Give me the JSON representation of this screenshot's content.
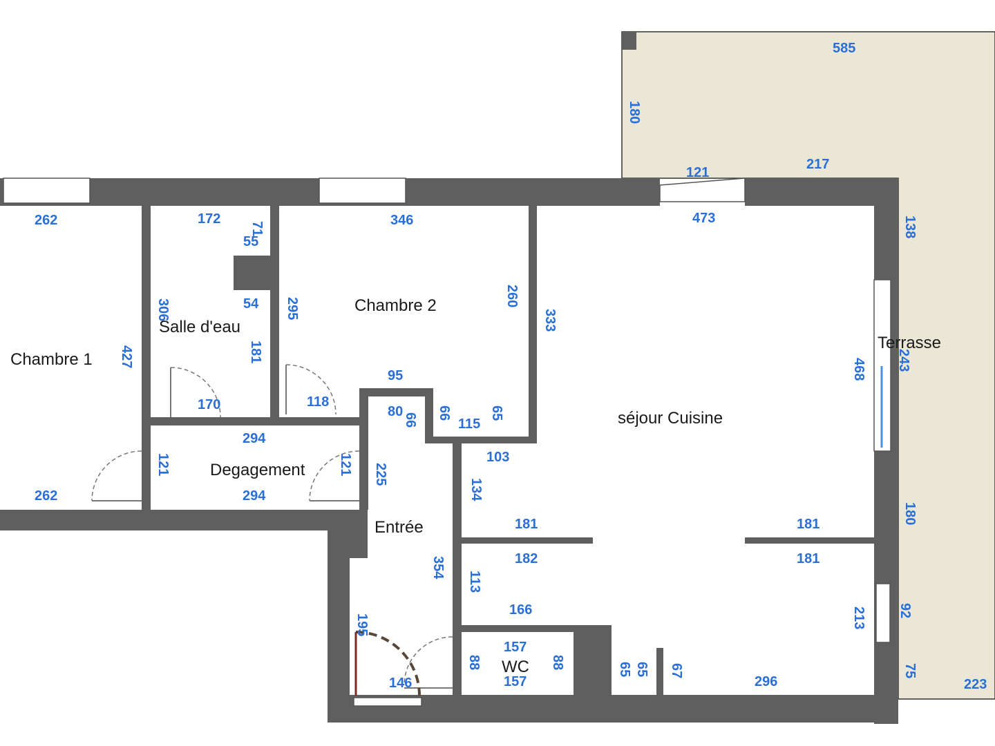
{
  "rooms": {
    "chambre1": "Chambre 1",
    "salle_eau": "Salle d'eau",
    "chambre2": "Chambre 2",
    "degagement": "Degagement",
    "entree": "Entrée",
    "sejour": "séjour Cuisine",
    "terrasse": "Terrasse",
    "wc": "WC"
  },
  "dimensions": {
    "d585": "585",
    "d180a": "180",
    "d121a": "121",
    "d217": "217",
    "d262a": "262",
    "d172": "172",
    "d71": "71",
    "d55": "55",
    "d346": "346",
    "d473": "473",
    "d138": "138",
    "d306": "306",
    "d54": "54",
    "d295": "295",
    "d260": "260",
    "d333": "333",
    "d181a": "181",
    "d427": "427",
    "d468": "468",
    "d243": "243",
    "d170": "170",
    "d118": "118",
    "d95": "95",
    "d80": "80",
    "d66a": "66",
    "d66b": "66",
    "d115": "115",
    "d65a": "65",
    "d294a": "294",
    "d103": "103",
    "d121b": "121",
    "d121c": "121",
    "d225": "225",
    "d262b": "262",
    "d294b": "294",
    "d134": "134",
    "d181b": "181",
    "d181c": "181",
    "d180b": "180",
    "d354": "354",
    "d182": "182",
    "d181d": "181",
    "d113": "113",
    "d166": "166",
    "d213": "213",
    "d92": "92",
    "d195": "195",
    "d157a": "157",
    "d88a": "88",
    "d88b": "88",
    "d157b": "157",
    "d65b": "65",
    "d65c": "65",
    "d67": "67",
    "d296": "296",
    "d146": "146",
    "d75": "75",
    "d223": "223"
  },
  "colors": {
    "wall": "#5f5f5f",
    "terrace": "#ebe7d6",
    "dimension_text": "#2a6fd6",
    "room_text": "#1a1a1a"
  }
}
